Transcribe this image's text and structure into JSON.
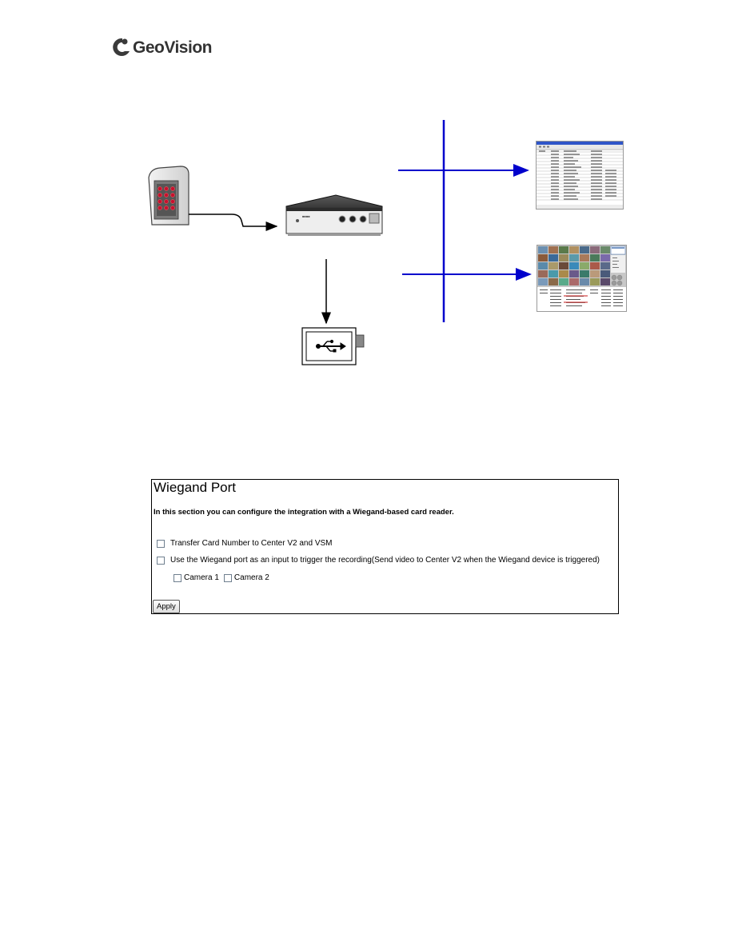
{
  "header": {
    "logo_text": "GeoVision"
  },
  "wiegand": {
    "title": "Wiegand Port",
    "description": "In this section you can configure the integration with a Wiegand-based card reader.",
    "options": [
      {
        "label": "Transfer Card Number to Center V2 and VSM",
        "checked": false
      },
      {
        "label": "Use the Wiegand port as an input to trigger the recording(Send video to Center V2 when the Wiegand device is triggered)",
        "checked": false
      }
    ],
    "cameras": [
      {
        "label": "Camera 1",
        "checked": false
      },
      {
        "label": "Camera 2",
        "checked": false
      }
    ],
    "apply_label": "Apply"
  },
  "colors": {
    "network_line": "#0000cc",
    "arrow": "#000000"
  }
}
